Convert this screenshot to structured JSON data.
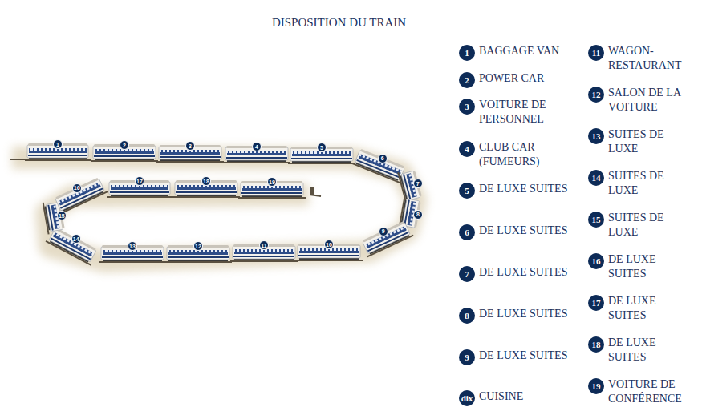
{
  "diagram": {
    "title": "DISPOSITION DU TRAIN",
    "nodes": [
      {
        "text": [
          "1"
        ]
      },
      {
        "text": [
          "2"
        ]
      },
      {
        "text": [
          "3"
        ]
      },
      {
        "text": [
          "4"
        ]
      },
      {
        "text": [
          "5"
        ]
      },
      {
        "text": [
          "6"
        ]
      },
      {
        "text": [
          "7"
        ]
      },
      {
        "text": [
          "8"
        ]
      },
      {
        "text": [
          "9"
        ]
      },
      {
        "text": [
          "10"
        ]
      },
      {
        "text": [
          "11"
        ]
      },
      {
        "text": [
          "12"
        ]
      },
      {
        "text": [
          "13"
        ]
      },
      {
        "text": [
          "14"
        ]
      },
      {
        "text": [
          "15"
        ]
      },
      {
        "text": [
          "16"
        ]
      },
      {
        "text": [
          "17"
        ]
      },
      {
        "text": [
          "18"
        ]
      },
      {
        "text": [
          "19"
        ]
      },
      {
        "text": [
          "1",
          "BAGGAGE VAN"
        ]
      },
      {
        "text": [
          "2",
          "POWER CAR"
        ]
      },
      {
        "text": [
          "3",
          "VOITURE DE PERSONNEL"
        ]
      },
      {
        "text": [
          "4",
          "CLUB CAR (FUMEURS)"
        ]
      },
      {
        "text": [
          "5",
          "DE LUXE SUITES"
        ]
      },
      {
        "text": [
          "6",
          "DE LUXE SUITES"
        ]
      },
      {
        "text": [
          "7",
          "DE LUXE SUITES"
        ]
      },
      {
        "text": [
          "8",
          "DE LUXE SUITES"
        ]
      },
      {
        "text": [
          "9",
          "DE LUXE SUITES"
        ]
      },
      {
        "text": [
          "dix",
          "CUISINE"
        ]
      },
      {
        "text": [
          "11",
          "WAGON- RESTAURANT"
        ]
      },
      {
        "text": [
          "12",
          "SALON DE LA VOITURE"
        ]
      },
      {
        "text": [
          "13",
          "SUITES DE LUXE"
        ]
      },
      {
        "text": [
          "14",
          "SUITES DE LUXE"
        ]
      },
      {
        "text": [
          "15",
          "SUITES DE LUXE"
        ]
      },
      {
        "text": [
          "16",
          "DE LUXE SUITES"
        ]
      },
      {
        "text": [
          "17",
          "DE LUXE SUITES"
        ]
      },
      {
        "text": [
          "18",
          "DE LUXE SUITES"
        ]
      },
      {
        "text": [
          "19",
          "VOITURE DE CONFÉRENCE"
        ]
      }
    ]
  }
}
